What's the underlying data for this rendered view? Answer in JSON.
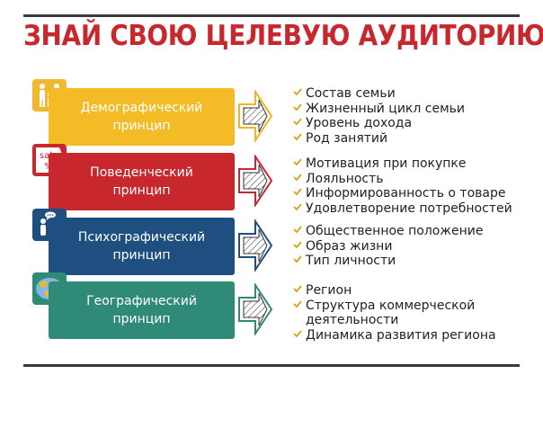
{
  "title": "ЗНАЙ СВОЮ ЦЕЛЕВУЮ АУДИТОРИЮ!",
  "colors": {
    "title": "#c8272d",
    "rule": "#3a3a3a",
    "check": "#d8a215"
  },
  "rows": [
    {
      "badge_icon": "family-icon",
      "badge_color": "#f0b82e",
      "box_color": "#f3bb26",
      "arrow_color": "#f2b51f",
      "label_line1": "Демографический",
      "label_line2": "принцип",
      "items": [
        "Состав семьи",
        "Жизненный цикл семьи",
        "Уровень дохода",
        "Род занятий"
      ]
    },
    {
      "badge_icon": "sale-tag-icon",
      "badge_text": "sale",
      "badge_percent": "%",
      "badge_color": "#c8272d",
      "box_color": "#c8272d",
      "arrow_color": "#c8272d",
      "label_line1": "Поведенческий",
      "label_line2": "принцип",
      "items": [
        "Мотивация при покупке",
        "Лояльность",
        "Информированность о товаре",
        "Удовлетворение потребностей"
      ]
    },
    {
      "badge_icon": "people-talking-icon",
      "badge_color": "#1f4f80",
      "box_color": "#1f4f80",
      "arrow_color": "#1f4f80",
      "label_line1": "Психографический",
      "label_line2": "принцип",
      "items": [
        "Общественное положение",
        "Образ жизни",
        "Тип личности"
      ]
    },
    {
      "badge_icon": "world-map-icon",
      "badge_color": "#2f8b77",
      "box_color": "#2f8b77",
      "arrow_color": "#2f8b77",
      "label_line1": "Географический",
      "label_line2": "принцип",
      "items": [
        "Регион",
        "Структура коммерческой",
        "деятельности",
        "Динамика развития региона"
      ]
    }
  ]
}
